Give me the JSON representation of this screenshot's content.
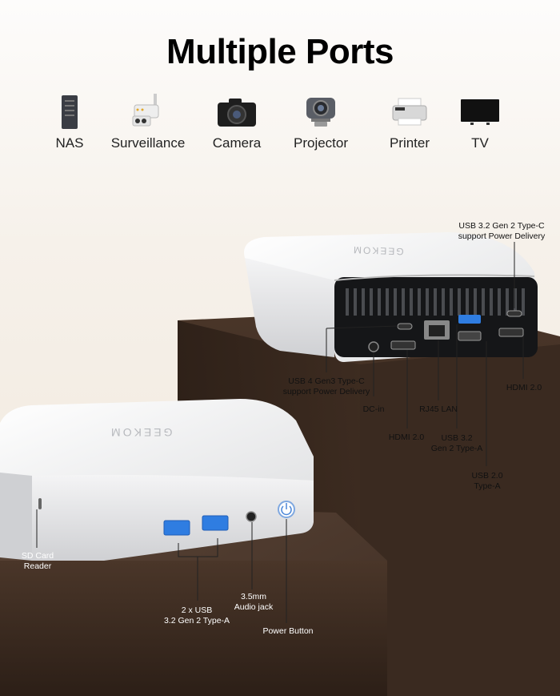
{
  "title": "Multiple Ports",
  "devices": [
    {
      "label": "NAS",
      "icon": "nas-icon"
    },
    {
      "label": "Surveillance",
      "icon": "surveillance-camera-icon"
    },
    {
      "label": "Camera",
      "icon": "camera-icon"
    },
    {
      "label": "Projector",
      "icon": "projector-icon"
    },
    {
      "label": "Printer",
      "icon": "printer-icon"
    },
    {
      "label": "TV",
      "icon": "tv-icon"
    }
  ],
  "brand": "GEEKOM",
  "back_ports": {
    "usb_c_top": "USB 3.2 Gen 2 Type-C\nsupport Power Delivery",
    "usb4": "USB 4 Gen3 Type-C\nsupport Power Delivery",
    "dc_in": "DC-in",
    "hdmi_left": "HDMI 2.0",
    "rj45": "RJ45 LAN",
    "usb32a": "USB 3.2\nGen 2 Type-A",
    "usb20": "USB 2.0\nType-A",
    "hdmi_right": "HDMI 2.0"
  },
  "front_ports": {
    "sd": "SD Card\nReader",
    "usb": "2 x USB\n3.2 Gen 2 Type-A",
    "audio": "3.5mm\nAudio jack",
    "power": "Power Button"
  },
  "colors": {
    "box_dark": "#3a2a20",
    "box_mid": "#4e3a2e",
    "device_white": "#f2f2f2",
    "port_blue": "#2f7de1"
  }
}
